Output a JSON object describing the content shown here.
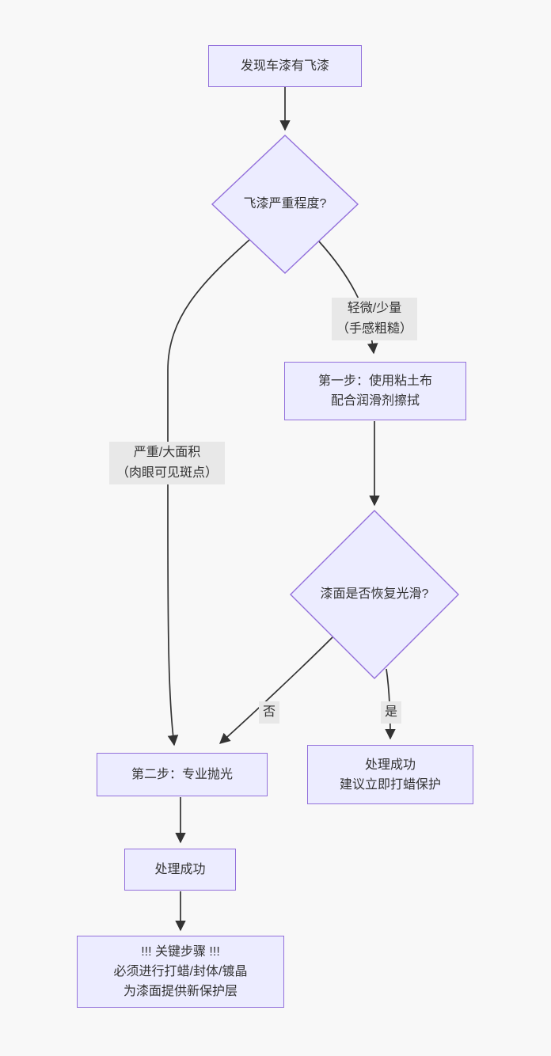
{
  "diagram": {
    "colors": {
      "background": "#f8f8f8",
      "node_fill": "#ececff",
      "node_border": "#9370db",
      "edge_line": "#333333",
      "text": "#333333",
      "edge_label_background": "#e8e8e8"
    },
    "nodes": {
      "start": {
        "label": "发现车漆有飞漆"
      },
      "decision_severity": {
        "label": "飞漆严重程度?"
      },
      "step1": {
        "lines": [
          "第一步：使用粘土布",
          "配合润滑剂擦拭"
        ]
      },
      "decision_smooth": {
        "label": "漆面是否恢复光滑?"
      },
      "step2": {
        "label": "第二步：专业抛光"
      },
      "success_wax": {
        "lines": [
          "处理成功",
          "建议立即打蜡保护"
        ]
      },
      "success": {
        "label": "处理成功"
      },
      "critical": {
        "lines": [
          "!!! 关键步骤 !!!",
          "必须进行打蜡/封体/镀晶",
          "为漆面提供新保护层"
        ]
      }
    },
    "edge_labels": {
      "light": {
        "lines": [
          "轻微/少量",
          "（手感粗糙）"
        ]
      },
      "severe": {
        "lines": [
          "严重/大面积",
          "（肉眼可见斑点）"
        ]
      },
      "no": "否",
      "yes": "是"
    }
  }
}
